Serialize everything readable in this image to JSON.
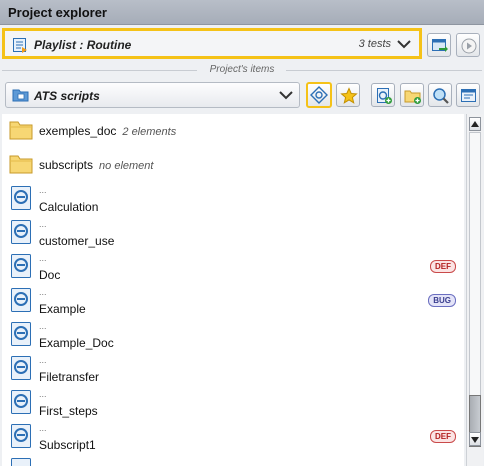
{
  "panel": {
    "title": "Project explorer"
  },
  "playlist": {
    "name": "Playlist : Routine",
    "count": "3 tests",
    "icon": "playlist-icon"
  },
  "toolbar": {
    "add_icon": "add-to-playlist-icon",
    "play_icon": "play-icon"
  },
  "section": {
    "label": "Project's items"
  },
  "scripts_selector": {
    "label": "ATS scripts",
    "icon": "folder-script-icon"
  },
  "tools": [
    "locate-icon",
    "favorite-star-icon",
    "new-script-icon",
    "new-folder-icon",
    "search-icon",
    "properties-icon"
  ],
  "items": [
    {
      "type": "folder",
      "name": "exemples_doc",
      "meta": "2 elements"
    },
    {
      "type": "folder",
      "name": "subscripts",
      "meta": "no element"
    },
    {
      "type": "script",
      "name": "Calculation",
      "prefix": "...",
      "badge": ""
    },
    {
      "type": "script",
      "name": "customer_use",
      "prefix": "...",
      "badge": ""
    },
    {
      "type": "script",
      "name": "Doc",
      "prefix": "...",
      "badge": "DEF"
    },
    {
      "type": "script",
      "name": "Example",
      "prefix": "...",
      "badge": "BUG"
    },
    {
      "type": "script",
      "name": "Example_Doc",
      "prefix": "...",
      "badge": ""
    },
    {
      "type": "script",
      "name": "Filetransfer",
      "prefix": "...",
      "badge": ""
    },
    {
      "type": "script",
      "name": "First_steps",
      "prefix": "...",
      "badge": ""
    },
    {
      "type": "script",
      "name": "Subscript1",
      "prefix": "...",
      "badge": "DEF"
    }
  ],
  "colors": {
    "highlight": "#f5c218",
    "header": "#a6adb8",
    "def": "#c94a4a",
    "bug": "#6a6ec0"
  }
}
